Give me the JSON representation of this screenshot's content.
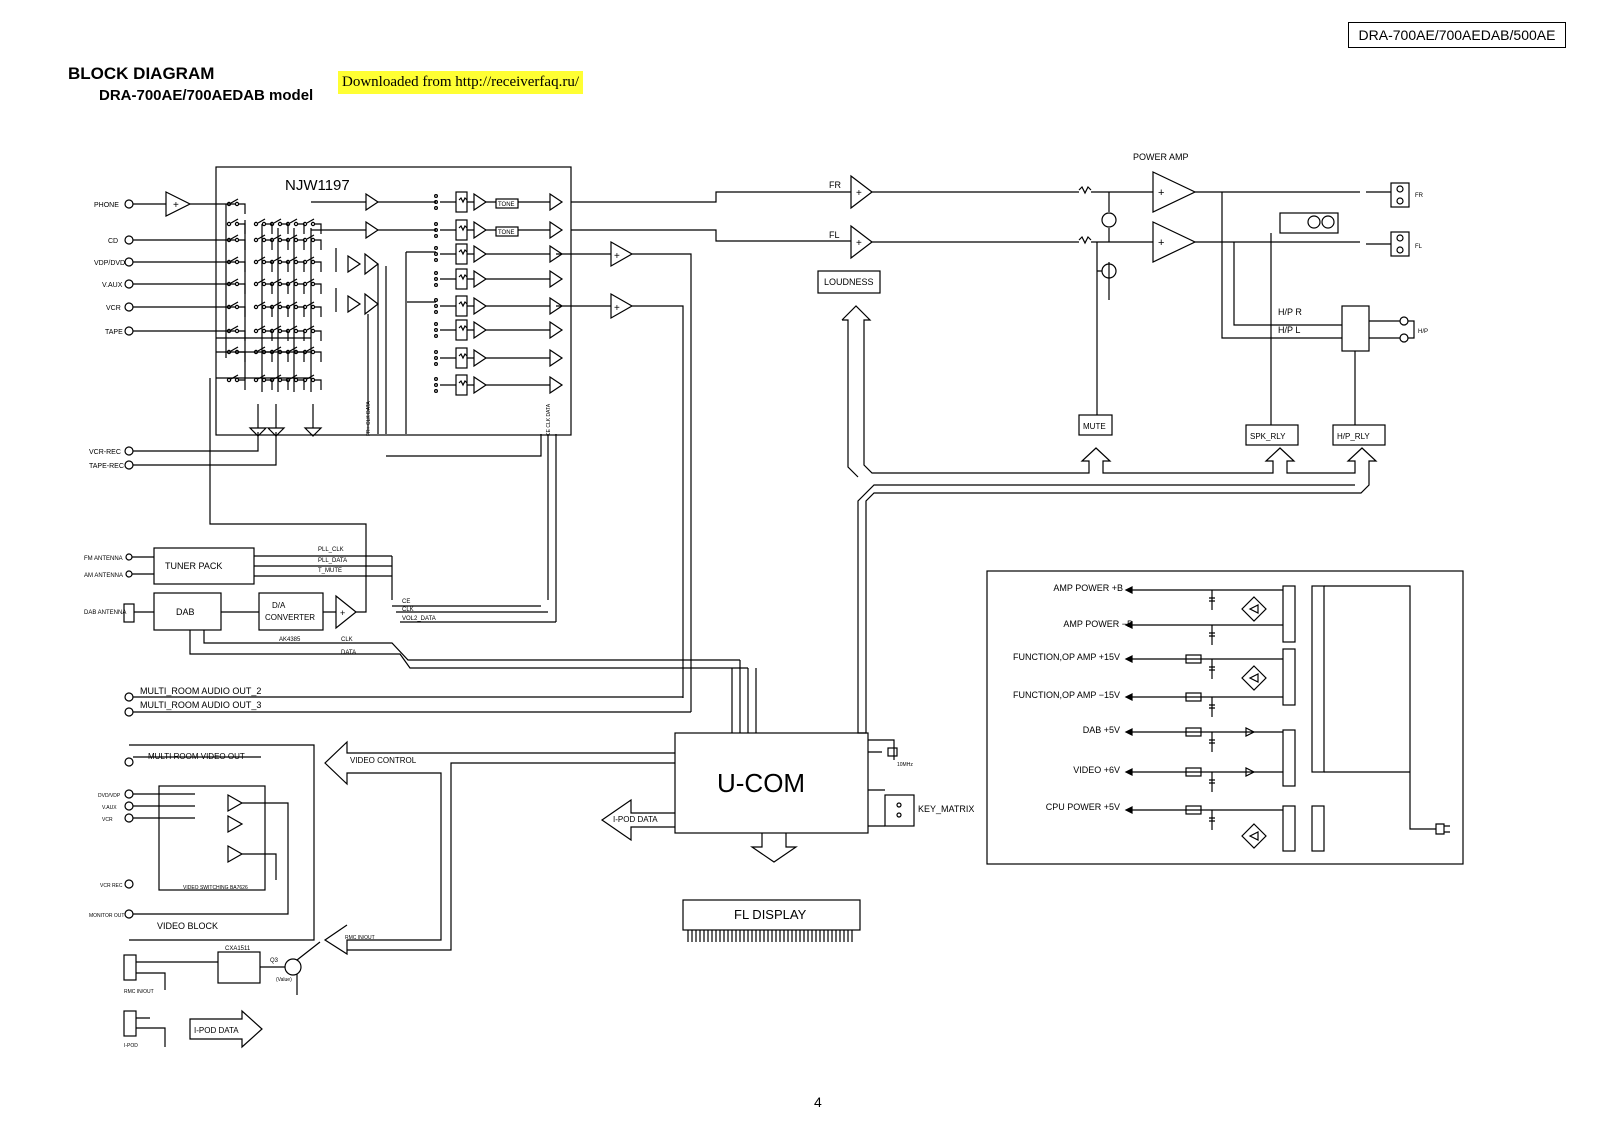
{
  "header": {
    "model_tag": "DRA-700AE/700AEDAB/500AE",
    "title": "BLOCK DIAGRAM",
    "subtitle": "DRA-700AE/700AEDAB model",
    "download_note": "Downloaded from http://receiverfaq.ru/"
  },
  "inputs": [
    "PHONE",
    "CD",
    "VDP/DVD",
    "V.AUX",
    "VCR",
    "TAPE"
  ],
  "rec_outputs": [
    "VCR-REC",
    "TAPE-REC"
  ],
  "selector_chip": "NJW1197",
  "tone_labels": [
    "TONE",
    "TONE"
  ],
  "njw_pins": {
    "left": "FR+ CLK DATA",
    "right": "CE CLK DATA"
  },
  "front_channels": {
    "fr": "FR",
    "fl": "FL",
    "loudness": "LOUDNESS"
  },
  "power_amp": {
    "label": "POWER AMP",
    "out_fr": "FR",
    "out_fl": "FL",
    "hp_r": "H/P R",
    "hp_l": "H/P L",
    "hp_out": "H/P"
  },
  "control_blocks": {
    "mute": "MUTE",
    "spk_rly": "SPK_RLY",
    "hp_rly": "H/P_RLY"
  },
  "tuner": {
    "fm_antenna": "FM ANTENNA",
    "am_antenna": "AM ANTENNA",
    "dab_antenna": "DAB ANTENNA",
    "tuner_pack": "TUNER PACK",
    "dab": "DAB",
    "da_line1": "D/A",
    "da_line2": "CONVERTER",
    "da_chip": "AK4385",
    "signals": [
      "PLL_CLK",
      "PLL_DATA",
      "T_MUTE"
    ],
    "dac_signals": [
      "CLK",
      "DATA"
    ],
    "vol_signals": [
      "CE",
      "CLK",
      "VOL2_DATA"
    ]
  },
  "multi_room": {
    "out2": "MULTI_ROOM AUDIO OUT_2",
    "out3": "MULTI_ROOM AUDIO OUT_3"
  },
  "video": {
    "multi_room_video": "MULTI ROOM VIDEO OUT",
    "inputs": [
      "DVD/VDP",
      "V.AUX",
      "VCR"
    ],
    "vcr_rec": "VCR REC",
    "monitor_out": "MONITOR OUT",
    "switching_chip": "VIDEO SWITCHING BA7626",
    "block_label": "VIDEO BLOCK",
    "video_control": "VIDEO CONTROL"
  },
  "rmc": {
    "chip": "CXA1511",
    "transistor": "Q3",
    "transistor_note": "(Value)",
    "jack": "RMC IN/OUT",
    "arrow_label": "RMC IN/OUT"
  },
  "ipod": {
    "jack": "I-POD",
    "data_left": "I-POD DATA",
    "data_right": "I-POD DATA"
  },
  "ucom": {
    "label": "U-COM",
    "crystal": "10MHz",
    "key_matrix": "KEY_MATRIX"
  },
  "fl_display": "FL DISPLAY",
  "power_supply": {
    "rails": [
      "AMP POWER +B",
      "AMP POWER −B",
      "FUNCTION,OP AMP +15V",
      "FUNCTION,OP AMP −15V",
      "DAB +5V",
      "VIDEO +6V",
      "CPU POWER +5V"
    ]
  },
  "page_number": "4"
}
